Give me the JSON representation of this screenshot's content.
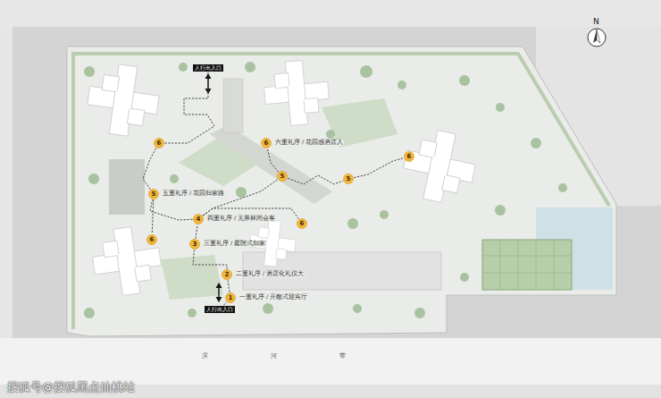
{
  "diagram": {
    "nodes": [
      {
        "text": [
          "人行出入口"
        ]
      },
      {
        "text": [
          "6",
          "六重礼序 / 花园感酒店入"
        ]
      },
      {
        "text": [
          "6"
        ]
      },
      {
        "text": [
          "6"
        ]
      },
      {
        "text": [
          "5"
        ]
      },
      {
        "text": [
          "5"
        ]
      },
      {
        "text": [
          "5",
          "五重礼序 / 花园归家路"
        ]
      },
      {
        "text": [
          "4",
          "四重礼序 / 无界林间会客"
        ]
      },
      {
        "text": [
          "6"
        ]
      },
      {
        "text": [
          "6"
        ]
      },
      {
        "text": [
          "3",
          "三重礼序 / 庭院式归家"
        ]
      },
      {
        "text": [
          "2",
          "二重礼序 / 酒店化礼仪大"
        ]
      },
      {
        "text": [
          "1",
          "一重礼序 / 开敞式迎宾厅"
        ]
      },
      {
        "text": [
          "人行出入口"
        ]
      }
    ],
    "edges": [
      {
        "from": 13,
        "to": 12,
        "arrow": "none"
      },
      {
        "from": 12,
        "to": 11,
        "arrow": "none"
      },
      {
        "from": 11,
        "to": 10,
        "arrow": "none"
      },
      {
        "from": 10,
        "to": 7,
        "arrow": "none"
      },
      {
        "from": 7,
        "to": 6,
        "arrow": "none"
      },
      {
        "from": 6,
        "to": 9,
        "arrow": "none"
      },
      {
        "from": 6,
        "to": 2,
        "arrow": "none"
      },
      {
        "from": 2,
        "to": 0,
        "arrow": "none"
      },
      {
        "from": 7,
        "to": 8,
        "arrow": "none"
      },
      {
        "from": 7,
        "to": 4,
        "arrow": "none"
      },
      {
        "from": 4,
        "to": 1,
        "arrow": "none"
      },
      {
        "from": 4,
        "to": 5,
        "arrow": "none"
      },
      {
        "from": 5,
        "to": 3,
        "arrow": "none"
      }
    ],
    "labels": [
      "N",
      "滨河带",
      "搜狐号@搜狐黑点仙桃站"
    ]
  }
}
